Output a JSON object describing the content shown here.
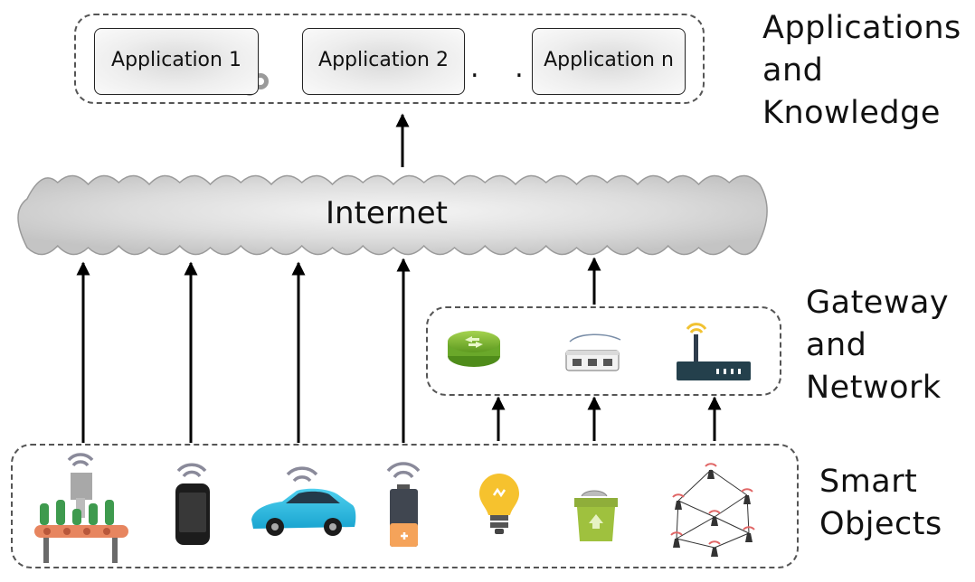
{
  "applications": {
    "items": [
      {
        "label": "Application 1"
      },
      {
        "label": "Application 2"
      },
      {
        "label": "Application n"
      }
    ],
    "ellipsis": ". . ."
  },
  "layers": {
    "applications_lines": [
      "Applications",
      "and",
      "Knowledge"
    ],
    "gateway_lines": [
      "Gateway",
      "and",
      "Network"
    ],
    "objects_lines": [
      "Smart",
      "Objects"
    ]
  },
  "internet": {
    "label": "Internet"
  },
  "gateway_devices": [
    "router-icon",
    "network-switch-icon",
    "wifi-router-icon"
  ],
  "smart_objects": [
    "factory-bottling-icon",
    "smartphone-icon",
    "car-icon",
    "battery-icon",
    "lightbulb-icon",
    "trash-bin-icon",
    "sensor-network-icon"
  ],
  "colors": {
    "border": "#555555",
    "cloud": "#d9d9d9",
    "arrow": "#000000"
  }
}
